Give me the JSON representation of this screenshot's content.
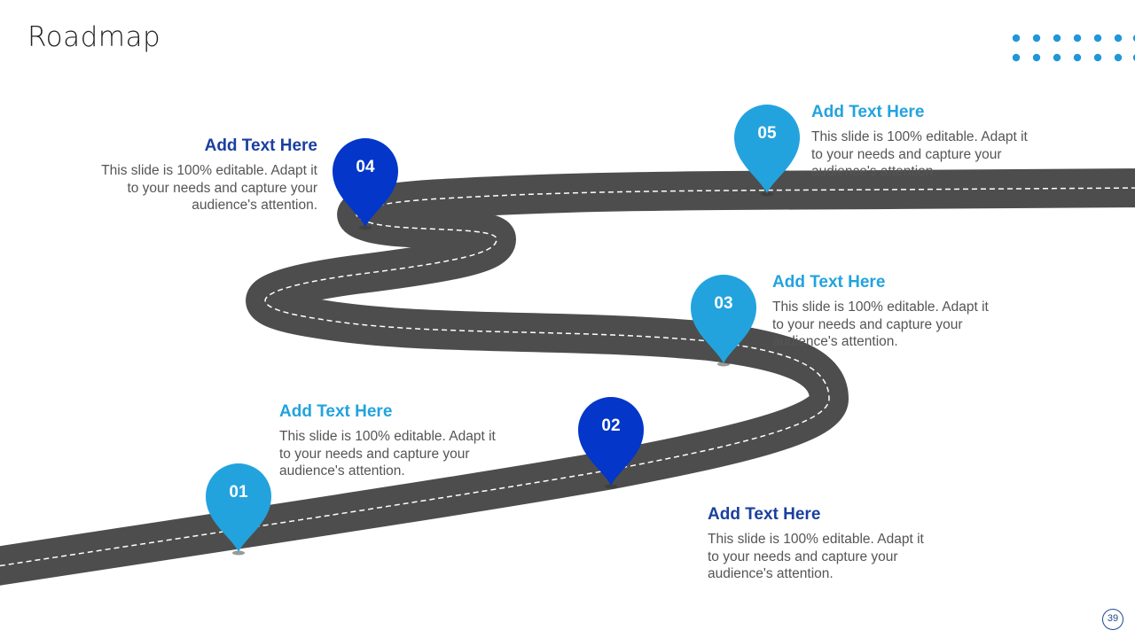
{
  "slide": {
    "title": "Roadmap",
    "page_number": "39"
  },
  "colors": {
    "light_blue": "#22a3de",
    "dark_blue": "#0336c9",
    "heading_dark": "#1a3f9e",
    "road": "#4d4d4d",
    "dot_color": "#2196d8"
  },
  "milestones": [
    {
      "number": "01",
      "heading": "Add Text Here",
      "body": "This slide is 100% editable. Adapt it to your needs and capture your audience's attention.",
      "color": "light_blue"
    },
    {
      "number": "02",
      "heading": "Add Text Here",
      "body": "This slide is 100% editable. Adapt it to your needs and capture your audience's attention.",
      "color": "dark_blue"
    },
    {
      "number": "03",
      "heading": "Add Text Here",
      "body": "This slide is 100% editable. Adapt it to your needs and capture your audience's attention.",
      "color": "light_blue"
    },
    {
      "number": "04",
      "heading": "Add Text Here",
      "body": "This slide is 100% editable. Adapt it to your needs and capture your audience's attention.",
      "color": "dark_blue"
    },
    {
      "number": "05",
      "heading": "Add Text Here",
      "body": "This slide is 100% editable. Adapt it to your needs and capture your audience's attention.",
      "color": "light_blue"
    }
  ]
}
